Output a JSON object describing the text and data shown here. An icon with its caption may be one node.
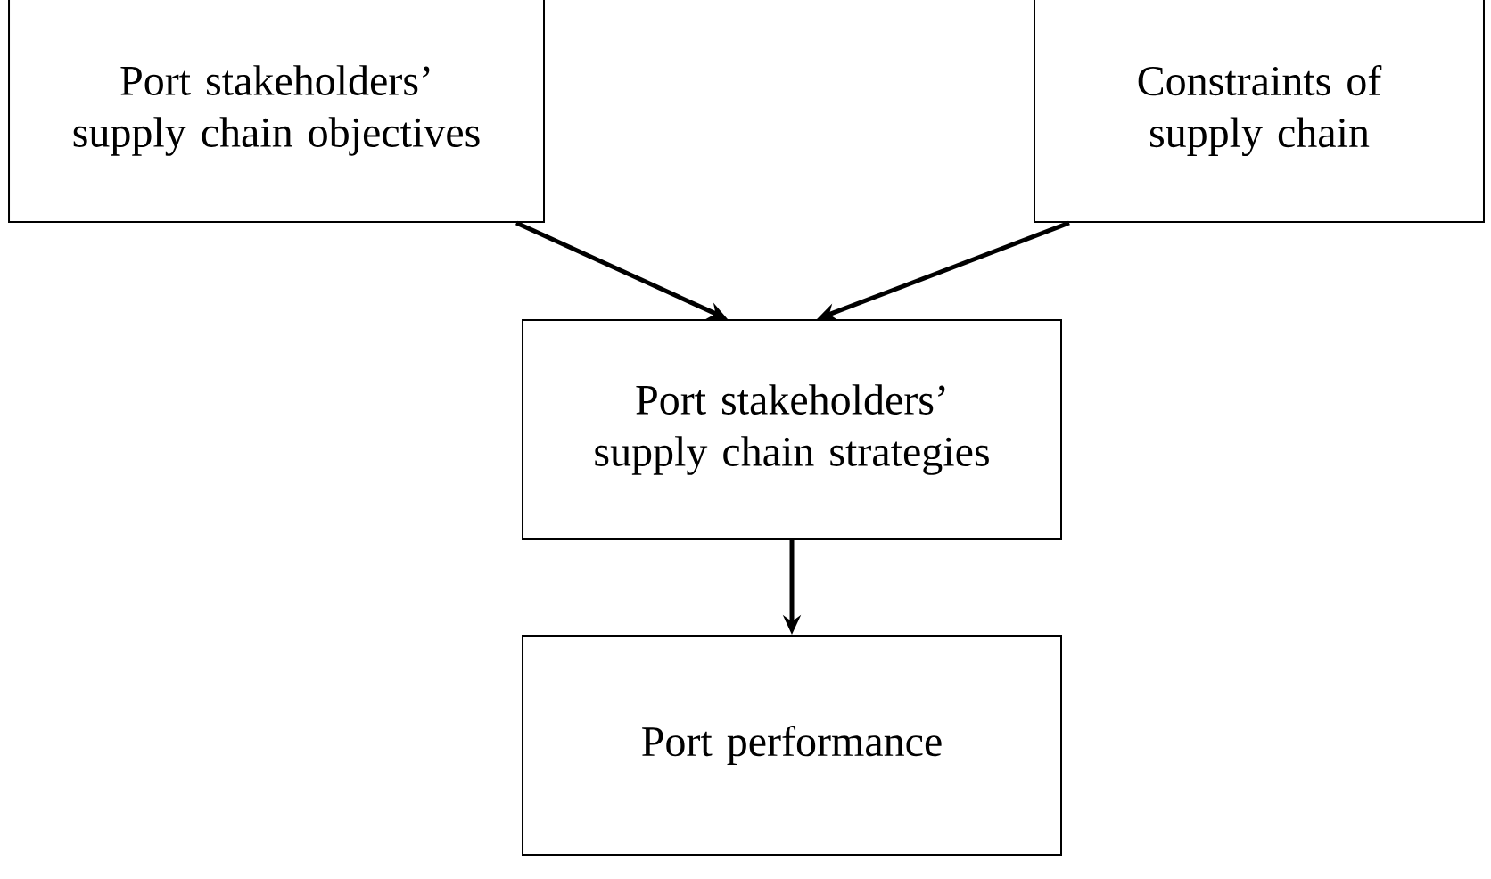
{
  "diagram": {
    "nodes": [
      {
        "text": [
          "Port stakeholders’ supply chain objectives"
        ]
      },
      {
        "text": [
          "Constraints of supply chain"
        ]
      },
      {
        "text": [
          "Port stakeholders’ supply chain strategies"
        ]
      },
      {
        "text": [
          "Port performance"
        ]
      }
    ],
    "edges": [
      {
        "from": 0,
        "to": 2,
        "arrow": "to"
      },
      {
        "from": 1,
        "to": 2,
        "arrow": "to"
      },
      {
        "from": 2,
        "to": 3,
        "arrow": "to"
      }
    ]
  }
}
